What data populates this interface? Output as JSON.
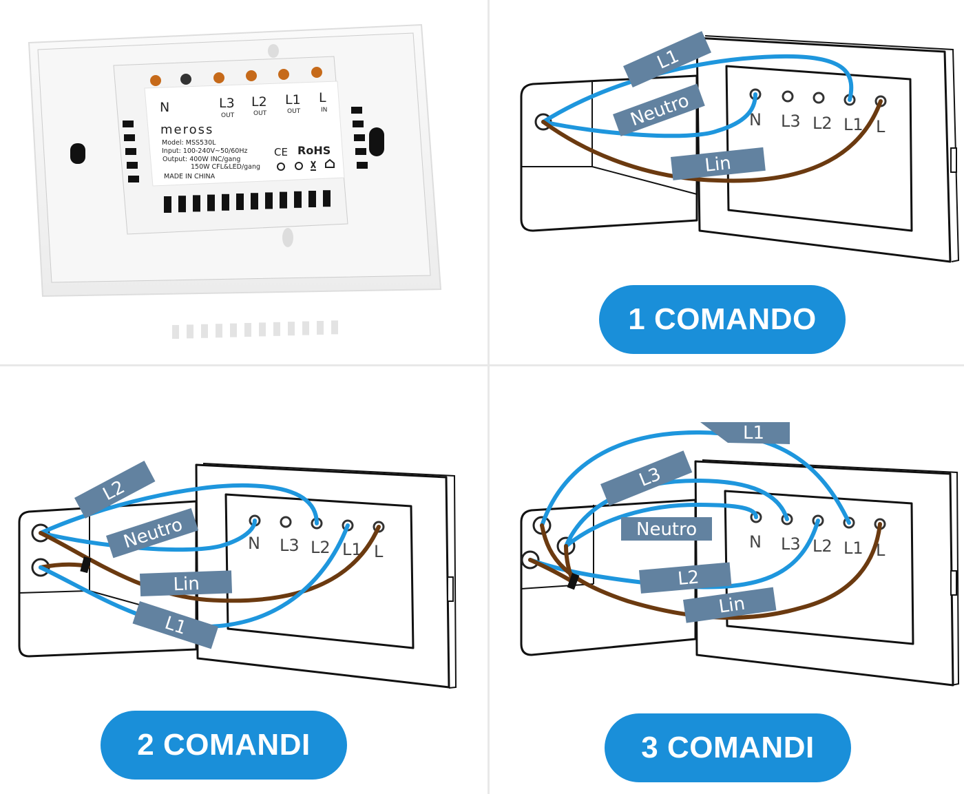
{
  "device": {
    "brand": "meross",
    "terminals": [
      {
        "name": "N",
        "sub": ""
      },
      {
        "name": "L3",
        "sub": "OUT"
      },
      {
        "name": "L2",
        "sub": "OUT"
      },
      {
        "name": "L1",
        "sub": "OUT"
      },
      {
        "name": "L",
        "sub": "IN"
      }
    ],
    "model": "Model: MSS530L",
    "input": "Input: 100-240V~50/60Hz",
    "output1": "Output: 400W INC/gang",
    "output2": "150W CFL&LED/gang",
    "origin": "MADE IN CHINA",
    "cert_ce": "CE",
    "cert_rohs": "RoHS"
  },
  "terminal_labels": [
    "N",
    "L3",
    "L2",
    "L1",
    "L"
  ],
  "diagrams": [
    {
      "title": "1 COMANDO",
      "tags": [
        "L1",
        "Neutro",
        "Lin"
      ]
    },
    {
      "title": "2 COMANDI",
      "tags": [
        "L2",
        "Neutro",
        "Lin",
        "L1"
      ]
    },
    {
      "title": "3 COMANDI",
      "tags": [
        "L1",
        "L3",
        "Neutro",
        "L2",
        "Lin"
      ]
    }
  ],
  "colors": {
    "wire_blue": "#1e96dd",
    "wire_brown": "#6b3a10",
    "tag_bg": "#6282a0",
    "pill_bg": "#1a8fd9"
  }
}
